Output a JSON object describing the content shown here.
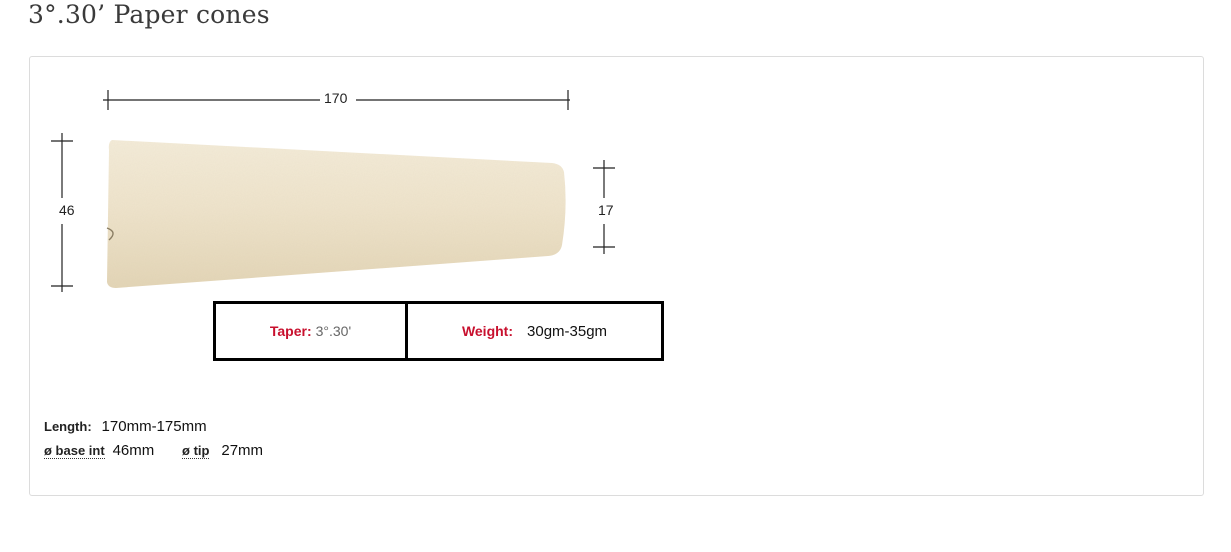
{
  "title": "3°.30’ Paper cones",
  "diagram": {
    "length_dim": "170",
    "base_dim": "46",
    "tip_dim": "17",
    "cone_color": "#efe4cc"
  },
  "specs": {
    "taper_label": "Taper:",
    "taper_value": "3°.30'",
    "weight_label": "Weight:",
    "weight_value": "30gm-35gm"
  },
  "notes": {
    "length_label": "Length:",
    "length_value": "170mm-175mm",
    "base_label": "ø base int",
    "base_value": "46mm",
    "tip_label": "ø tip",
    "tip_value": "27mm"
  }
}
